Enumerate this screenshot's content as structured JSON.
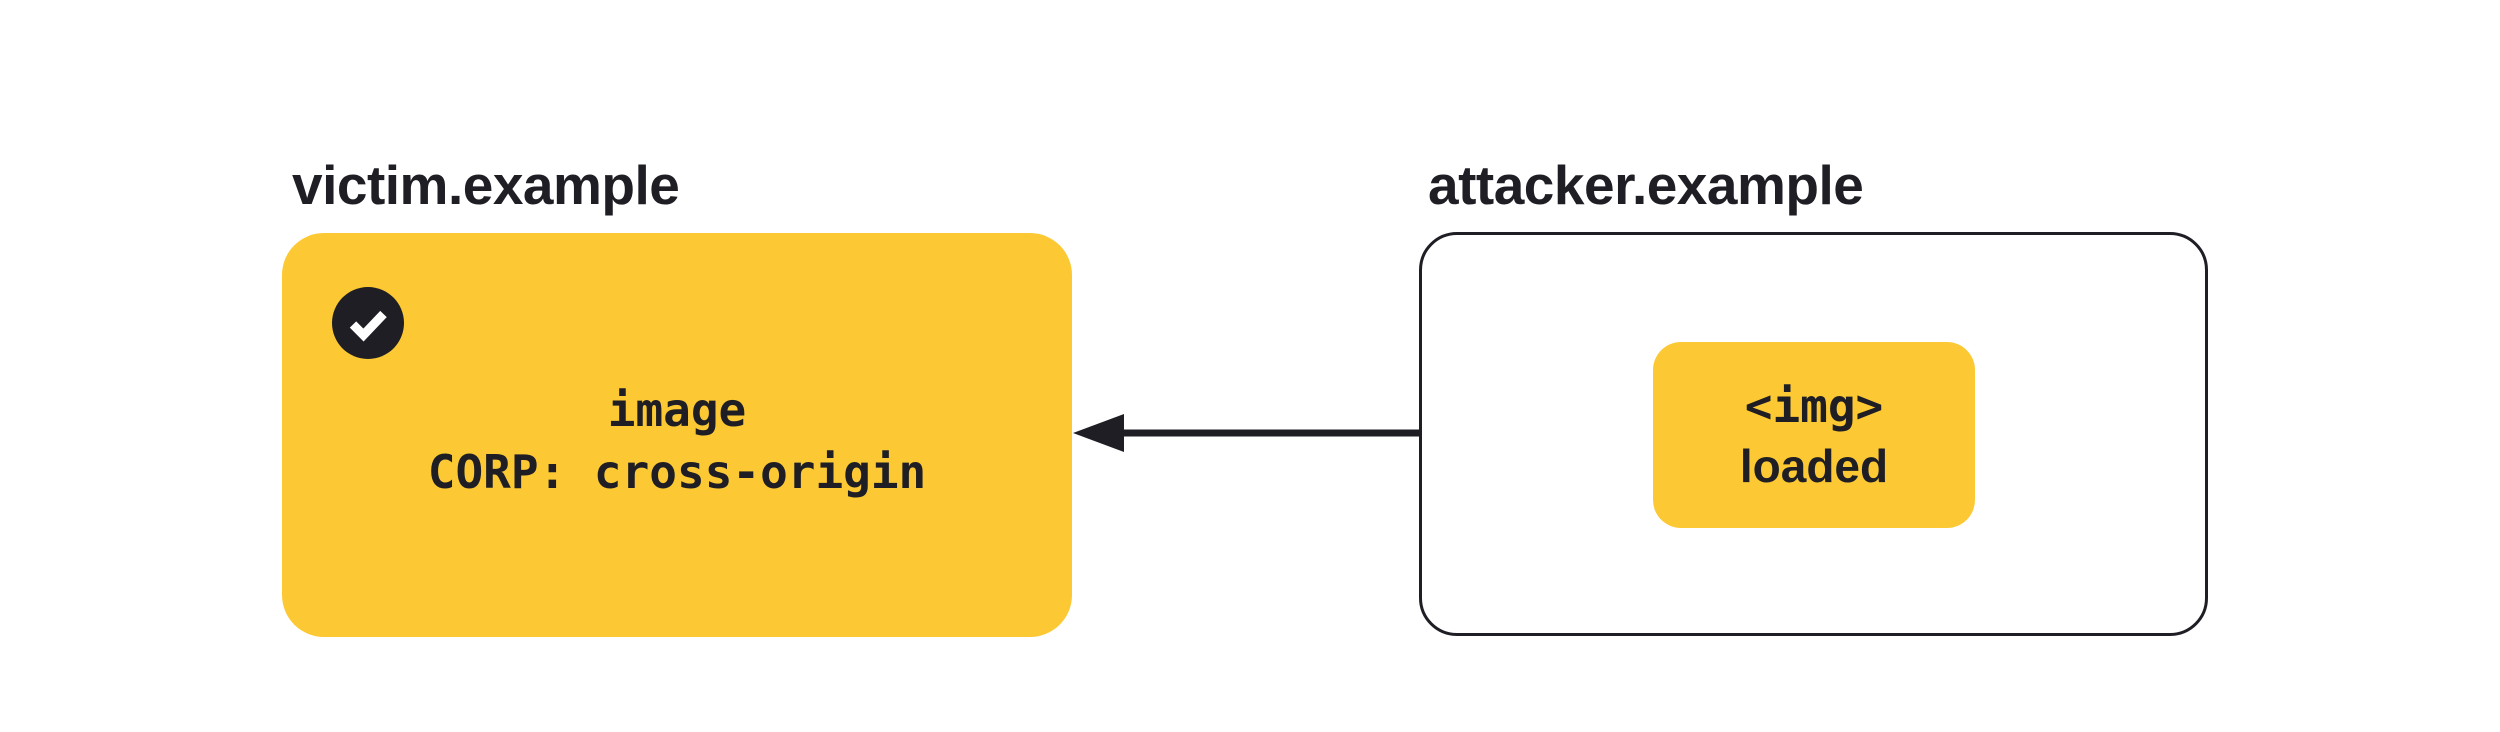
{
  "diagram": {
    "title": "CORP cross-origin image embedding diagram",
    "colors": {
      "yellow": "#FCC934",
      "ink": "#1E1E24",
      "background": "#FFFFFF"
    },
    "victim": {
      "domain_label": "victim.example",
      "status_icon": "checkmark-circle",
      "resource": {
        "line1": "image",
        "line2": "CORP: cross-origin"
      }
    },
    "attacker": {
      "domain_label": "attacker.example",
      "embed": {
        "line1": "<img>",
        "line2": "loaded"
      }
    },
    "arrow": {
      "direction": "left",
      "from": "attacker.example embed",
      "to": "victim.example resource"
    }
  }
}
